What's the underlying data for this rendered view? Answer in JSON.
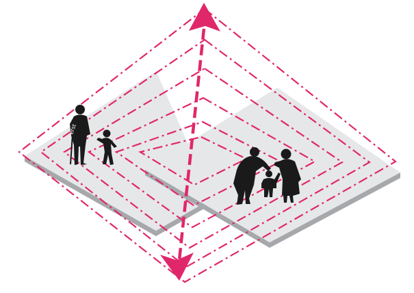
{
  "colors": {
    "accent": "#e0276a",
    "platform_top": "#e6e7e8",
    "platform_side": "#a6a8ab",
    "figure": "#1a1a1a",
    "background": "#ffffff"
  },
  "figures": [
    {
      "name": "elderly-man-with-cane"
    },
    {
      "name": "child-running"
    },
    {
      "name": "adult-bending"
    },
    {
      "name": "small-child"
    },
    {
      "name": "elderly-woman"
    }
  ],
  "watermark_text": "erst"
}
